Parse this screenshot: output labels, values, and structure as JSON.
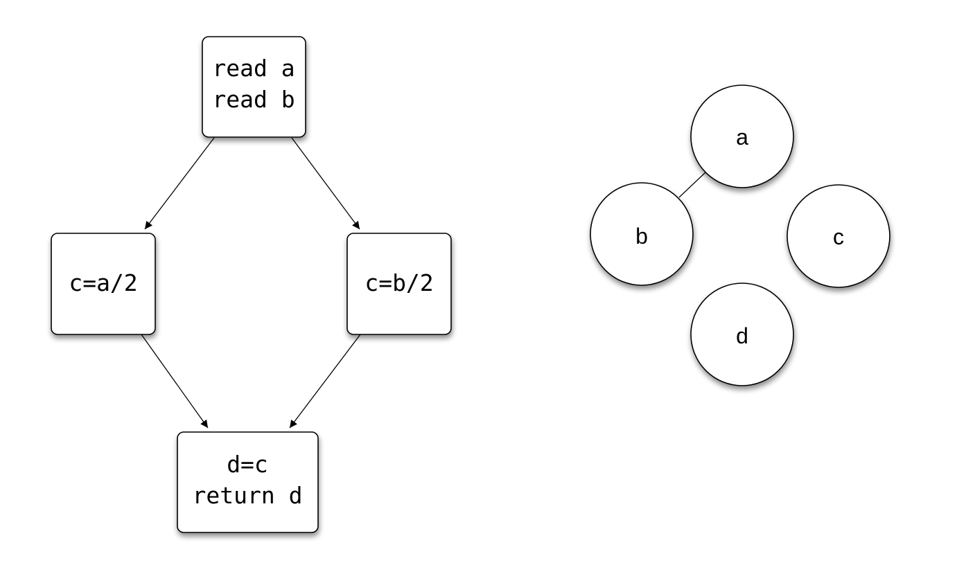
{
  "flowchart": {
    "nodes": [
      {
        "id": "entry",
        "lines": [
          "read a",
          "read b"
        ]
      },
      {
        "id": "left",
        "lines": [
          "c=a/2"
        ]
      },
      {
        "id": "right",
        "lines": [
          "c=b/2"
        ]
      },
      {
        "id": "exit",
        "lines": [
          "d=c",
          "return d"
        ]
      }
    ],
    "edges": [
      {
        "from": "entry",
        "to": "left",
        "directed": true
      },
      {
        "from": "entry",
        "to": "right",
        "directed": true
      },
      {
        "from": "left",
        "to": "exit",
        "directed": true
      },
      {
        "from": "right",
        "to": "exit",
        "directed": true
      }
    ]
  },
  "graph": {
    "nodes": [
      {
        "id": "a",
        "label": "a"
      },
      {
        "id": "b",
        "label": "b"
      },
      {
        "id": "c",
        "label": "c"
      },
      {
        "id": "d",
        "label": "d"
      }
    ],
    "edges": [
      {
        "from": "a",
        "to": "b",
        "directed": false
      }
    ]
  },
  "colors": {
    "stroke": "#000000",
    "fill": "#ffffff",
    "shadow": "#000000"
  }
}
